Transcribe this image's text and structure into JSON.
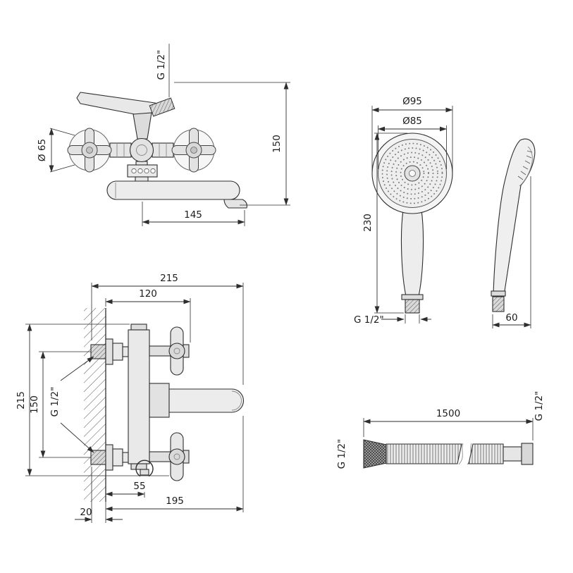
{
  "meta": {
    "background": "#ffffff",
    "line_color": "#2e2e2e",
    "drawing_type": "bath-shower-mixer technical dimension drawing"
  },
  "views": {
    "faucet_front": {
      "top_thread": "G 1/2\"",
      "height": "150",
      "handle_diameter": "Ø 65",
      "spout_reach": "145"
    },
    "shower_head_front": {
      "outer_diameter": "Ø95",
      "face_diameter": "Ø85",
      "length": "230",
      "thread": "G 1/2\""
    },
    "shower_head_side": {
      "width": "60"
    },
    "faucet_side": {
      "total_depth": "215",
      "handle_depth": "120",
      "total_height": "215",
      "inlet_spacing": "150",
      "inlet_thread": "G 1/2\"",
      "holder_offset": "55",
      "wall_depth": "20",
      "spout_depth": "195"
    },
    "hose": {
      "length": "1500",
      "left_thread": "G 1/2\"",
      "right_thread": "G 1/2\""
    }
  }
}
